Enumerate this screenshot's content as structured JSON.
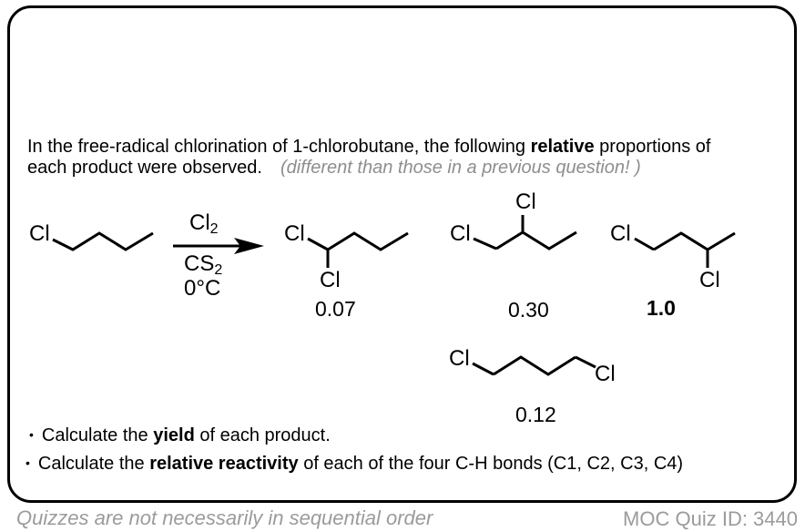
{
  "colors": {
    "ink": "#000000",
    "note_gray": "#8e8e8e",
    "footer_gray": "#9b9b9b"
  },
  "question": {
    "line1_pre": "In the free-radical chlorination of 1-chlorobutane, the following ",
    "line1_bold": "relative",
    "line1_post": " proportions of",
    "line2": "each product were observed.",
    "note": "(different than those in a previous question! )"
  },
  "scheme": {
    "reactant": {
      "cl_label": "Cl"
    },
    "arrow": {
      "above_base": "Cl",
      "above_sub": "2",
      "below_base": "CS",
      "below_sub": "2",
      "temperature": "0°C"
    },
    "products": [
      {
        "cl_front": "Cl",
        "cl_extra": "Cl",
        "value": "0.07"
      },
      {
        "cl_front": "Cl",
        "cl_extra": "Cl",
        "value": "0.30"
      },
      {
        "cl_front": "Cl",
        "cl_extra": "Cl",
        "value": "1.0"
      },
      {
        "cl_front": "Cl",
        "cl_extra": "Cl",
        "value": "0.12"
      }
    ]
  },
  "tasks": {
    "items": [
      {
        "bullet": "•",
        "pre": "Calculate the ",
        "bold": "yield",
        "post": " of each product."
      },
      {
        "bullet": "•",
        "pre": "Calculate the ",
        "bold": "relative reactivity",
        "post": " of each of the four C-H bonds (C1, C2, C3, C4)"
      }
    ]
  },
  "footer": {
    "left_note": "Quizzes are not necessarily in sequential order",
    "right_id": "MOC Quiz ID: 3440"
  }
}
